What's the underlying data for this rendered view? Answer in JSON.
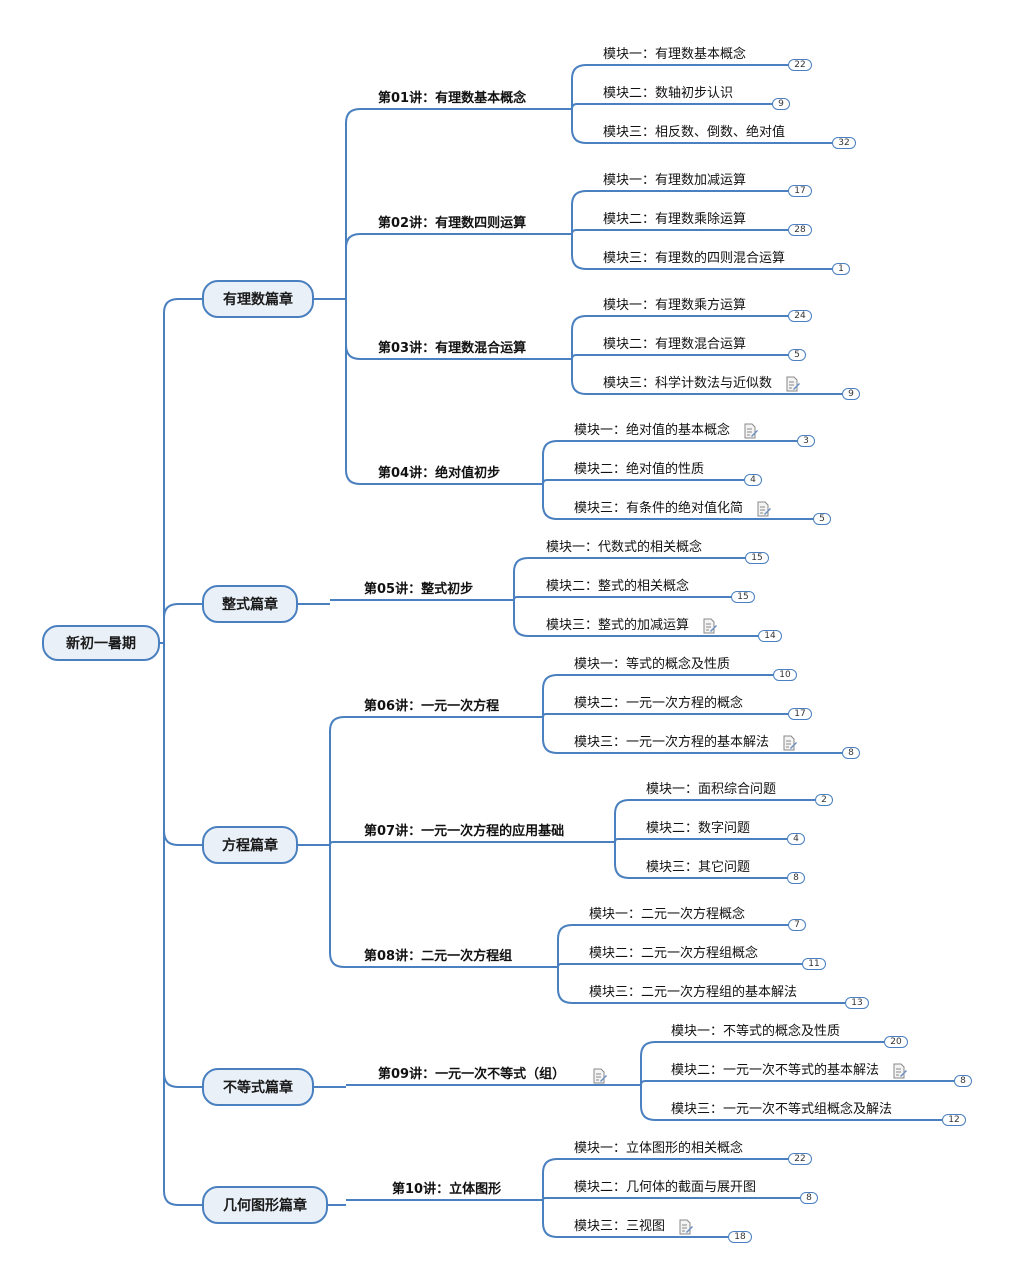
{
  "mindmap": {
    "root": "新初一暑期",
    "chapters": [
      {
        "label": "有理数篇章",
        "lessons": [
          {
            "label": "第01讲：有理数基本概念",
            "modules": [
              {
                "label": "模块一：有理数基本概念",
                "count": "22",
                "note": false
              },
              {
                "label": "模块二：数轴初步认识",
                "count": "9",
                "note": false
              },
              {
                "label": "模块三：相反数、倒数、绝对值",
                "count": "32",
                "note": false
              }
            ]
          },
          {
            "label": "第02讲：有理数四则运算",
            "modules": [
              {
                "label": "模块一：有理数加减运算",
                "count": "17",
                "note": false
              },
              {
                "label": "模块二：有理数乘除运算",
                "count": "28",
                "note": false
              },
              {
                "label": "模块三：有理数的四则混合运算",
                "count": "1",
                "note": false
              }
            ]
          },
          {
            "label": "第03讲：有理数混合运算",
            "modules": [
              {
                "label": "模块一：有理数乘方运算",
                "count": "24",
                "note": false
              },
              {
                "label": "模块二：有理数混合运算",
                "count": "5",
                "note": false
              },
              {
                "label": "模块三：科学计数法与近似数",
                "count": "9",
                "note": true
              }
            ]
          },
          {
            "label": "第04讲：绝对值初步",
            "modules": [
              {
                "label": "模块一：绝对值的基本概念",
                "count": "3",
                "note": true
              },
              {
                "label": "模块二：绝对值的性质",
                "count": "4",
                "note": false
              },
              {
                "label": "模块三：有条件的绝对值化简",
                "count": "5",
                "note": true
              }
            ]
          }
        ]
      },
      {
        "label": "整式篇章",
        "lessons": [
          {
            "label": "第05讲：整式初步",
            "modules": [
              {
                "label": "模块一：代数式的相关概念",
                "count": "15",
                "note": false
              },
              {
                "label": "模块二：整式的相关概念",
                "count": "15",
                "note": false
              },
              {
                "label": "模块三：整式的加减运算",
                "count": "14",
                "note": true
              }
            ]
          }
        ]
      },
      {
        "label": "方程篇章",
        "lessons": [
          {
            "label": "第06讲：一元一次方程",
            "modules": [
              {
                "label": "模块一：等式的概念及性质",
                "count": "10",
                "note": false
              },
              {
                "label": "模块二：一元一次方程的概念",
                "count": "17",
                "note": false
              },
              {
                "label": "模块三：一元一次方程的基本解法",
                "count": "8",
                "note": true
              }
            ]
          },
          {
            "label": "第07讲：一元一次方程的应用基础",
            "modules": [
              {
                "label": "模块一：面积综合问题",
                "count": "2",
                "note": false
              },
              {
                "label": "模块二：数字问题",
                "count": "4",
                "note": false
              },
              {
                "label": "模块三：其它问题",
                "count": "8",
                "note": false
              }
            ]
          },
          {
            "label": "第08讲：二元一次方程组",
            "modules": [
              {
                "label": "模块一：二元一次方程概念",
                "count": "7",
                "note": false
              },
              {
                "label": "模块二：二元一次方程组概念",
                "count": "11",
                "note": false
              },
              {
                "label": "模块三：二元一次方程组的基本解法",
                "count": "13",
                "note": false
              }
            ]
          }
        ]
      },
      {
        "label": "不等式篇章",
        "lessons": [
          {
            "label": "第09讲：一元一次不等式（组）",
            "note": true,
            "modules": [
              {
                "label": "模块一：不等式的概念及性质",
                "count": "20",
                "note": false
              },
              {
                "label": "模块二：一元一次不等式的基本解法",
                "count": "8",
                "note": true
              },
              {
                "label": "模块三：一元一次不等式组概念及解法",
                "count": "12",
                "note": false
              }
            ]
          }
        ]
      },
      {
        "label": "几何图形篇章",
        "lessons": [
          {
            "label": "第10讲：立体图形",
            "modules": [
              {
                "label": "模块一：立体图形的相关概念",
                "count": "22",
                "note": false
              },
              {
                "label": "模块二：几何体的截面与展开图",
                "count": "8",
                "note": false
              },
              {
                "label": "模块三：三视图",
                "count": "18",
                "note": true
              }
            ]
          }
        ]
      }
    ]
  },
  "colors": {
    "line": "#4a80bf",
    "node_fill": "#e9f0f8",
    "text": "#111111"
  },
  "icons": {
    "note": "note-edit-icon"
  }
}
